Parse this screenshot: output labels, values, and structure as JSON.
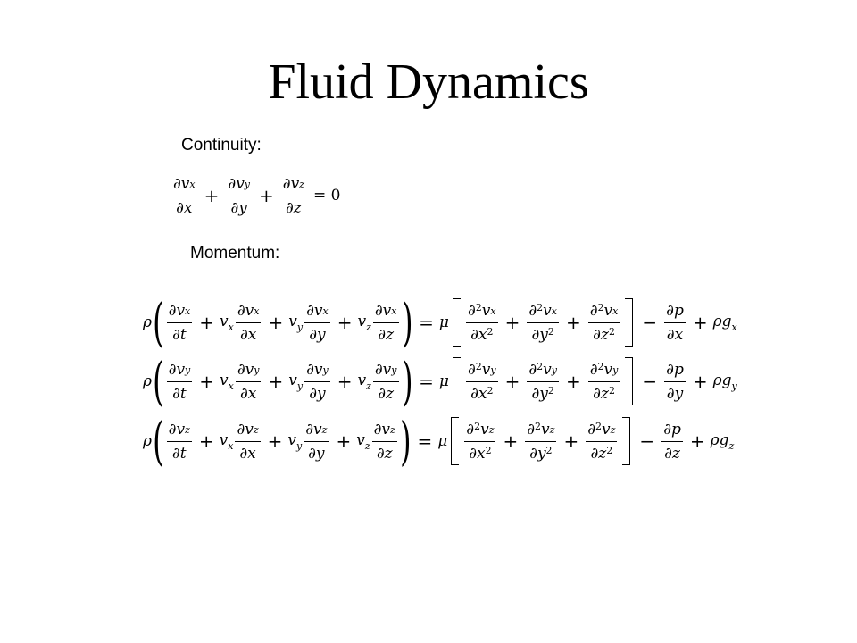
{
  "slide": {
    "title": "Fluid Dynamics",
    "continuity_label": "Continuity:",
    "momentum_label": "Momentum:"
  },
  "continuity": {
    "rhs": "= 0"
  },
  "momentum": [
    {
      "component": "x"
    },
    {
      "component": "y"
    },
    {
      "component": "z"
    }
  ]
}
